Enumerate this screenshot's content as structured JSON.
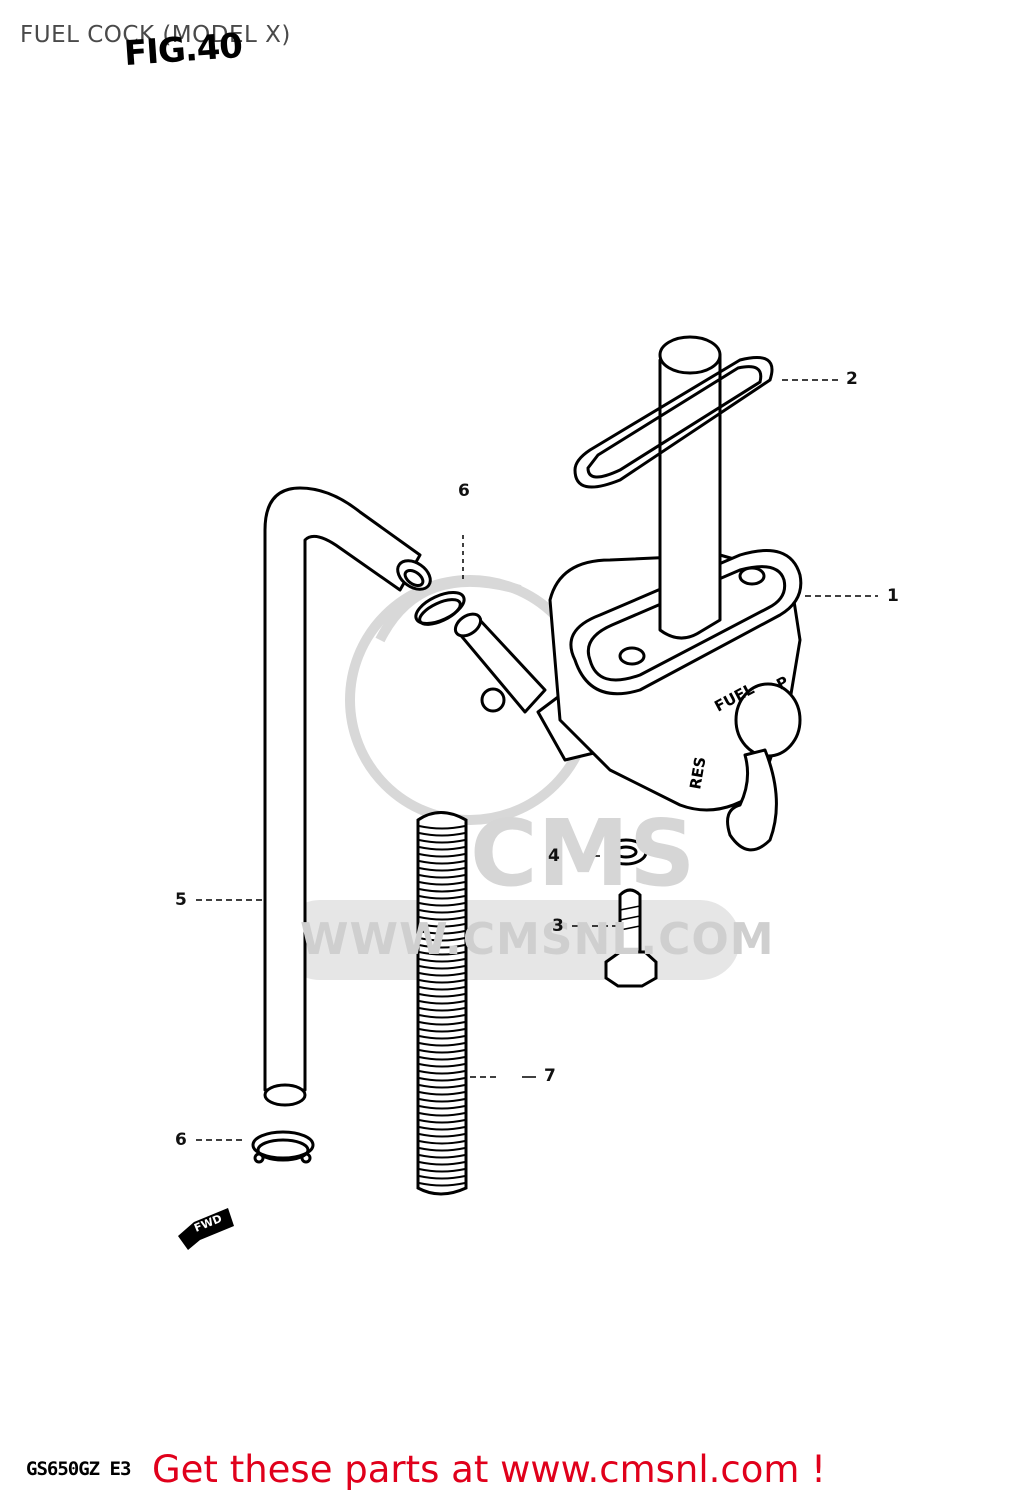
{
  "header": {
    "title": "FUEL COCK (MODEL X)",
    "figure": "FIG.40"
  },
  "watermark": {
    "brand": "CMS",
    "url": "WWW.CMSNL.COM"
  },
  "callouts": [
    "1",
    "2",
    "3",
    "4",
    "5",
    "6",
    "6",
    "7"
  ],
  "valve_labels": {
    "fuel": "FUEL",
    "res": "RES",
    "pri": "P"
  },
  "forward_tag": "FWD",
  "footer": {
    "model_code": "GS650GZ E3",
    "cta": "Get these parts at www.cmsnl.com !"
  },
  "colors": {
    "line": "#000000",
    "watermark": "#d0d0d0",
    "cta": "#e0001b"
  }
}
